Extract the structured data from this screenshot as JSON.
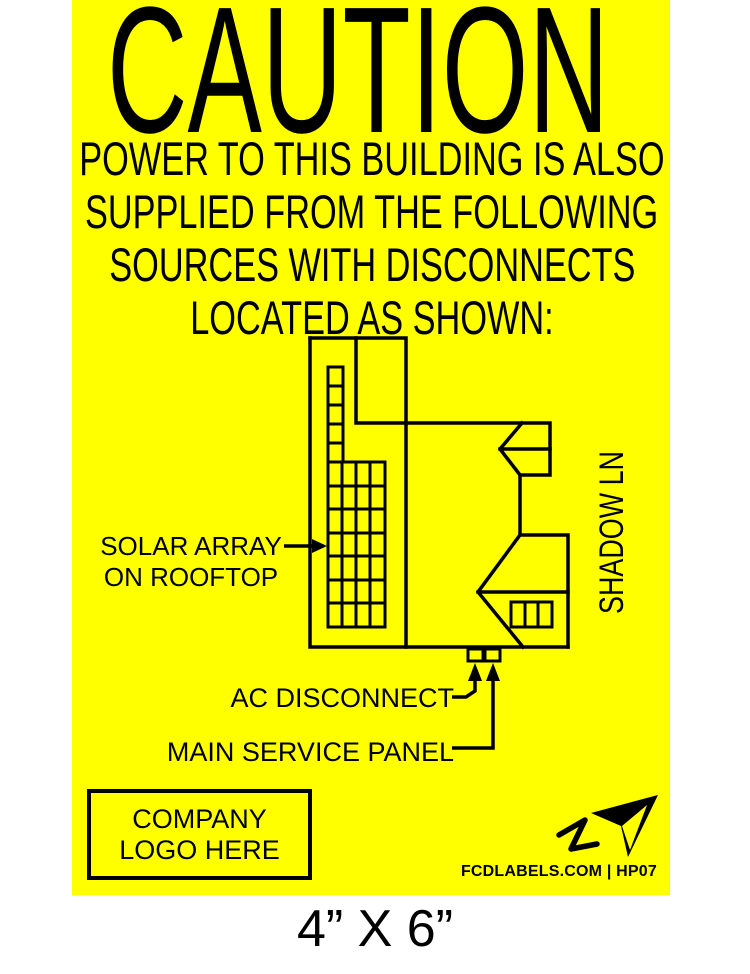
{
  "sign": {
    "heading": "CAUTION",
    "body_lines": [
      "POWER TO THIS BUILDING IS ALSO",
      "SUPPLIED FROM THE FOLLOWING",
      "SOURCES WITH DISCONNECTS",
      "LOCATED AS SHOWN:"
    ],
    "colors": {
      "background": "#FFFF00",
      "ink": "#000000"
    },
    "diagram": {
      "street_label": "SHADOW LN",
      "solar_array_label_line1": "SOLAR ARRAY",
      "solar_array_label_line2": "ON ROOFTOP",
      "ac_disconnect_label": "AC DISCONNECT",
      "main_service_panel_label": "MAIN SERVICE PANEL",
      "icon": "north-arrow-icon"
    },
    "logo_placeholder": {
      "line1": "COMPANY",
      "line2": "LOGO HERE"
    },
    "footer_brand": "FCDLABELS.COM | HP07"
  },
  "caption": {
    "size_text": "4” X 6”"
  }
}
